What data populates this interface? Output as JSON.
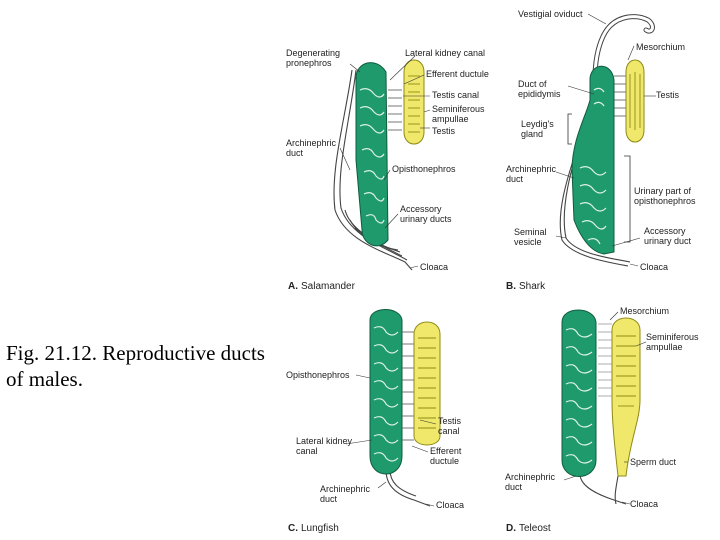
{
  "caption": "Fig. 21.12. Reproductive ducts of males.",
  "colors": {
    "kidney": "#1e9a6c",
    "testis": "#efe86a",
    "testis_stroke": "#8f8a16",
    "duct": "#444444"
  },
  "panelA": {
    "letter": "A.",
    "name": "Salamander",
    "labels": [
      "Degenerating",
      "pronephros",
      "Lateral kidney canal",
      "Efferent ductule",
      "Testis canal",
      "Seminiferous",
      "ampullae",
      "Testis",
      "Archinephric",
      "duct",
      "Opisthonephros",
      "Accessory",
      "urinary ducts",
      "Cloaca"
    ]
  },
  "panelB": {
    "letter": "B.",
    "name": "Shark",
    "labels": [
      "Vestigial oviduct",
      "Mesorchium",
      "Duct of",
      "epididymis",
      "Testis",
      "Leydig's",
      "gland",
      "Archinephric",
      "duct",
      "Urinary part of",
      "opisthonephros",
      "Seminal",
      "vesicle",
      "Accessory",
      "urinary duct",
      "Cloaca"
    ]
  },
  "panelC": {
    "letter": "C.",
    "name": "Lungfish",
    "labels": [
      "Opisthonephros",
      "Testis",
      "canal",
      "Lateral kidney",
      "canal",
      "Efferent",
      "ductule",
      "Archinephric",
      "duct",
      "Cloaca"
    ]
  },
  "panelD": {
    "letter": "D.",
    "name": "Teleost",
    "labels": [
      "Mesorchium",
      "Seminiferous",
      "ampullae",
      "Sperm duct",
      "Archinephric",
      "duct",
      "Cloaca"
    ]
  }
}
